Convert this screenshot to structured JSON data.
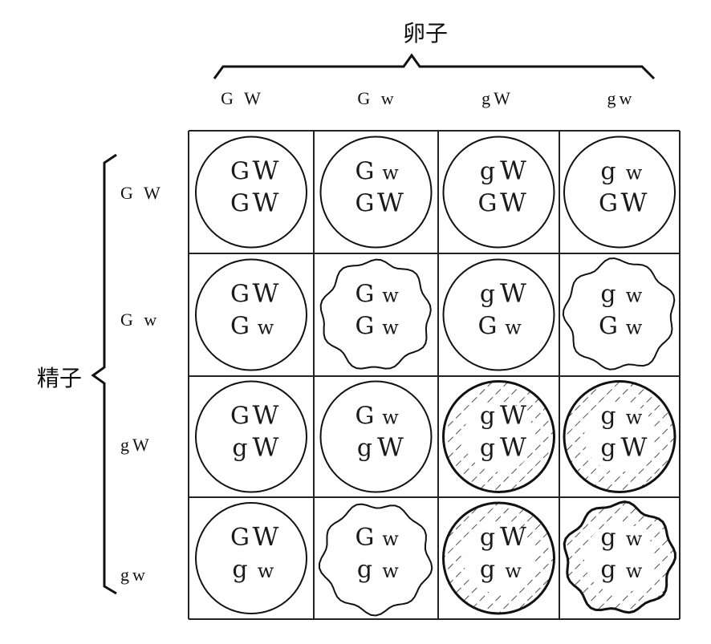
{
  "egg_label": "卵子",
  "sperm_label": "精子",
  "egg_gametes": [
    "G W",
    "G w",
    "gW",
    "gw"
  ],
  "sperm_gametes": [
    "G W",
    "G w",
    "gW",
    "gw"
  ],
  "grid": [
    [
      {
        "top": [
          "G",
          "W"
        ],
        "bottom": [
          "G",
          "W"
        ],
        "shape": "round",
        "hatched": false
      },
      {
        "top": [
          "G",
          "w"
        ],
        "bottom": [
          "G",
          "W"
        ],
        "shape": "round",
        "hatched": false
      },
      {
        "top": [
          "g",
          "W"
        ],
        "bottom": [
          "G",
          "W"
        ],
        "shape": "round",
        "hatched": false
      },
      {
        "top": [
          "g",
          "w"
        ],
        "bottom": [
          "G",
          "W"
        ],
        "shape": "round",
        "hatched": false
      }
    ],
    [
      {
        "top": [
          "G",
          "W"
        ],
        "bottom": [
          "G",
          "w"
        ],
        "shape": "round",
        "hatched": false
      },
      {
        "top": [
          "G",
          "w"
        ],
        "bottom": [
          "G",
          "w"
        ],
        "shape": "wrinkled",
        "hatched": false
      },
      {
        "top": [
          "g",
          "W"
        ],
        "bottom": [
          "G",
          "w"
        ],
        "shape": "round",
        "hatched": false
      },
      {
        "top": [
          "g",
          "w"
        ],
        "bottom": [
          "G",
          "w"
        ],
        "shape": "wrinkled",
        "hatched": false
      }
    ],
    [
      {
        "top": [
          "G",
          "W"
        ],
        "bottom": [
          "g",
          "W"
        ],
        "shape": "round",
        "hatched": false
      },
      {
        "top": [
          "G",
          "w"
        ],
        "bottom": [
          "g",
          "W"
        ],
        "shape": "round",
        "hatched": false
      },
      {
        "top": [
          "g",
          "W"
        ],
        "bottom": [
          "g",
          "W"
        ],
        "shape": "round",
        "hatched": true
      },
      {
        "top": [
          "g",
          "w"
        ],
        "bottom": [
          "g",
          "W"
        ],
        "shape": "round",
        "hatched": true
      }
    ],
    [
      {
        "top": [
          "G",
          "W"
        ],
        "bottom": [
          "g",
          "w"
        ],
        "shape": "round",
        "hatched": false
      },
      {
        "top": [
          "G",
          "w"
        ],
        "bottom": [
          "g",
          "w"
        ],
        "shape": "wrinkled",
        "hatched": false
      },
      {
        "top": [
          "g",
          "W"
        ],
        "bottom": [
          "g",
          "w"
        ],
        "shape": "round",
        "hatched": true
      },
      {
        "top": [
          "g",
          "w"
        ],
        "bottom": [
          "g",
          "w"
        ],
        "shape": "wrinkled",
        "hatched": true
      }
    ]
  ]
}
